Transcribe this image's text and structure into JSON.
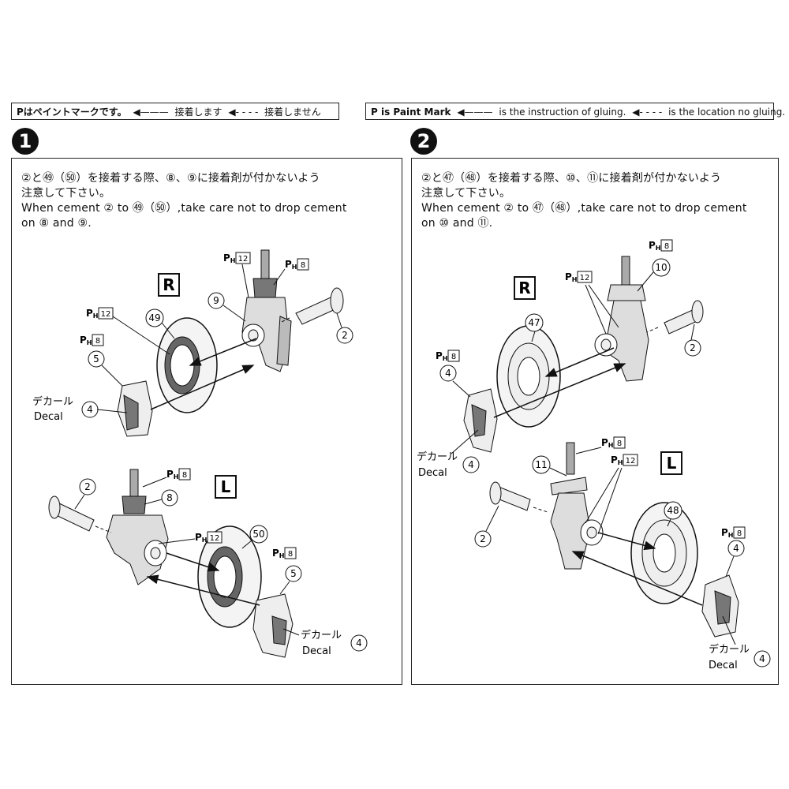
{
  "legend_jp": {
    "paint_mark": "Pはペイントマークです。",
    "gluing": "接着します",
    "no_gluing": "接着しません"
  },
  "legend_en": {
    "paint_mark": "P is Paint Mark",
    "gluing": "is the instruction of gluing.",
    "no_gluing": "is the location no gluing."
  },
  "step1": {
    "number": "1",
    "jp_line1": "②と㊾（㊿）を接着する際、⑧、⑨に接着剤が付かないよう",
    "jp_line2": "注意して下さい。",
    "en_line1": "When cement ② to ㊾（㊿）,take care not to drop cement",
    "en_line2": "on ⑧ and ⑨.",
    "right": {
      "side": "R",
      "labels": {
        "p9": "9",
        "p2": "2",
        "p49": "49",
        "p5": "5",
        "p4": "4"
      },
      "paint": {
        "ph12_a": "12",
        "ph8_a": "8",
        "ph12_b": "12",
        "ph8_b": "8"
      },
      "decal_jp": "デカール",
      "decal_en": "Decal"
    },
    "left": {
      "side": "L",
      "labels": {
        "p2": "2",
        "p8": "8",
        "p50": "50",
        "p5": "5",
        "p4": "4"
      },
      "paint": {
        "ph8_a": "8",
        "ph12_a": "12",
        "ph8_b": "8"
      },
      "decal_jp": "デカール",
      "decal_en": "Decal"
    }
  },
  "step2": {
    "number": "2",
    "jp_line1": "②と㊼（㊽）を接着する際、⑩、⑪に接着剤が付かないよう",
    "jp_line2": "注意して下さい。",
    "en_line1": "When cement ② to ㊼（㊽）,take care not to drop cement",
    "en_line2": "on ⑩ and ⑪.",
    "right": {
      "side": "R",
      "labels": {
        "p10": "10",
        "p2": "2",
        "p47": "47",
        "p4": "4",
        "p4b": "4"
      },
      "paint": {
        "ph8_a": "8",
        "ph12_a": "12",
        "ph8_b": "8"
      },
      "decal_jp": "デカール",
      "decal_en": "Decal"
    },
    "left": {
      "side": "L",
      "labels": {
        "p11": "11",
        "p2": "2",
        "p48": "48",
        "p4": "4",
        "p4b": "4"
      },
      "paint": {
        "ph8_a": "8",
        "ph12_a": "12",
        "ph8_b": "8"
      },
      "decal_jp": "デカール",
      "decal_en": "Decal"
    }
  },
  "paint_prefix": "P",
  "paint_sub": "H"
}
